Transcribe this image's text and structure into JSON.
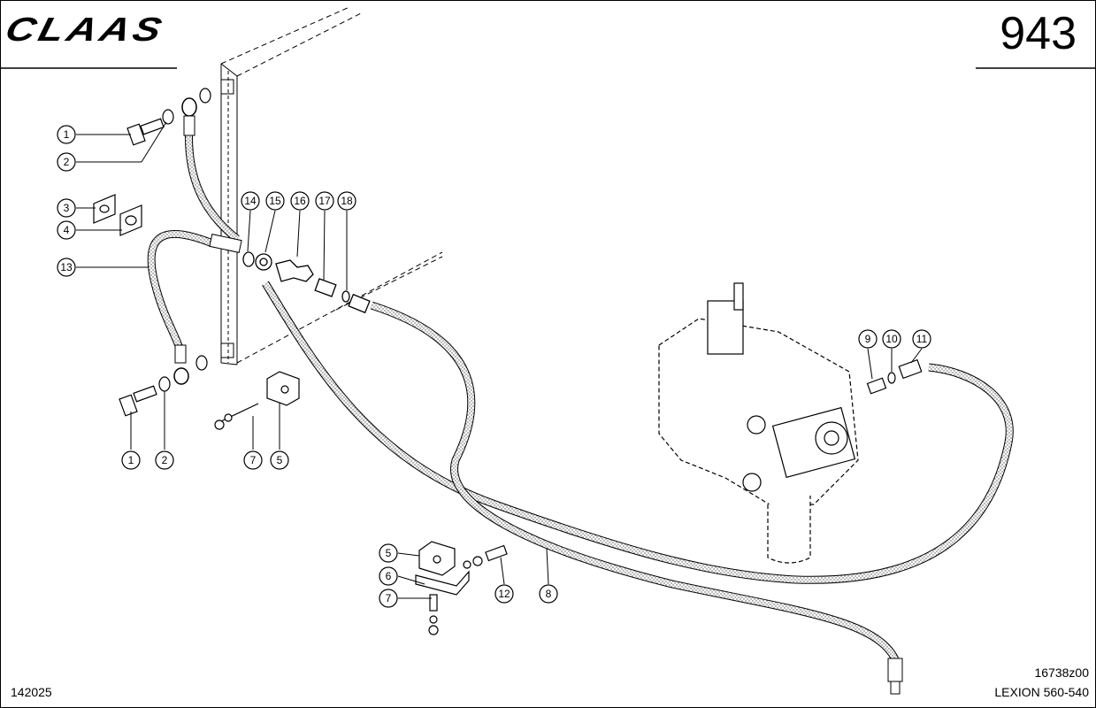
{
  "header": {
    "brand_logo": "CLAAS",
    "page_number": "943"
  },
  "footer": {
    "left_code": "142025",
    "drawing_code": "16738z00",
    "model": "LEXION 560-540"
  },
  "callouts": [
    {
      "id": "c1a",
      "label": "1"
    },
    {
      "id": "c2a",
      "label": "2"
    },
    {
      "id": "c3",
      "label": "3"
    },
    {
      "id": "c4",
      "label": "4"
    },
    {
      "id": "c13",
      "label": "13"
    },
    {
      "id": "c14",
      "label": "14"
    },
    {
      "id": "c15",
      "label": "15"
    },
    {
      "id": "c16",
      "label": "16"
    },
    {
      "id": "c17",
      "label": "17"
    },
    {
      "id": "c18",
      "label": "18"
    },
    {
      "id": "c1b",
      "label": "1"
    },
    {
      "id": "c2b",
      "label": "2"
    },
    {
      "id": "c7a",
      "label": "7"
    },
    {
      "id": "c5a",
      "label": "5"
    },
    {
      "id": "c9",
      "label": "9"
    },
    {
      "id": "c10",
      "label": "10"
    },
    {
      "id": "c11",
      "label": "11"
    },
    {
      "id": "c5b",
      "label": "5"
    },
    {
      "id": "c6",
      "label": "6"
    },
    {
      "id": "c7b",
      "label": "7"
    },
    {
      "id": "c12",
      "label": "12"
    },
    {
      "id": "c8",
      "label": "8"
    }
  ],
  "colors": {
    "line": "#000000",
    "hose_fill": "#d9d9d9",
    "background": "#ffffff"
  }
}
